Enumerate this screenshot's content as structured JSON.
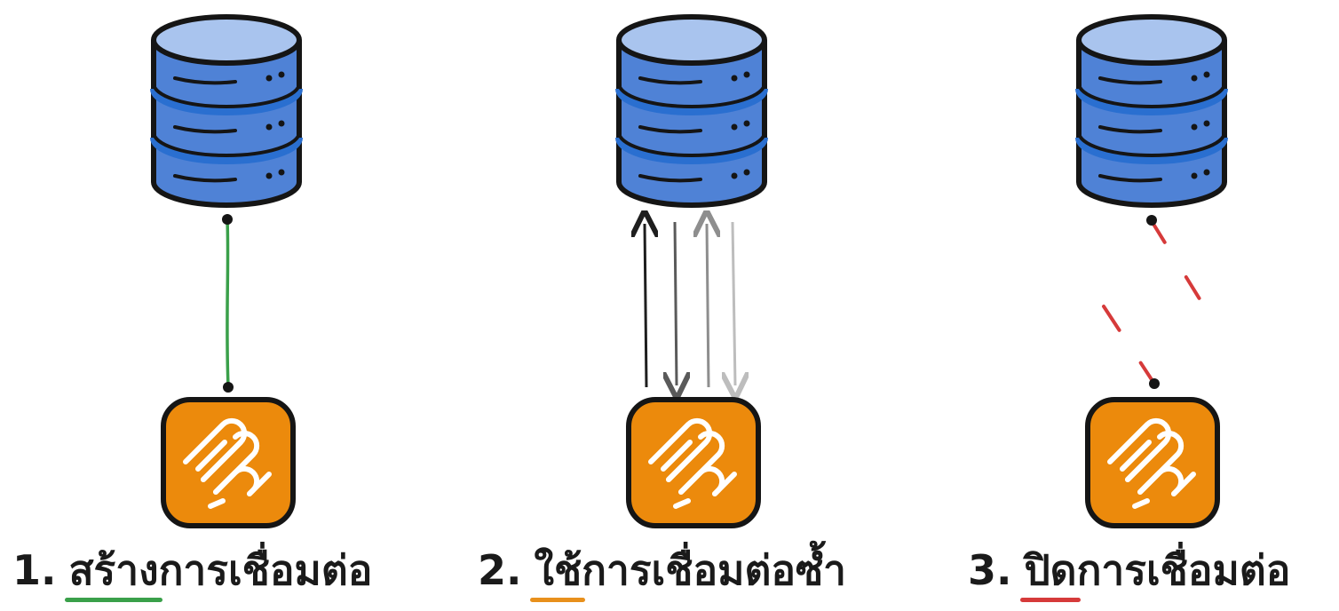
{
  "colors": {
    "db_top": "#a9c4ee",
    "db_body": "#4f82d6",
    "db_band": "#2a6fd0",
    "outline": "#151515",
    "tile": "#ec8a0c",
    "connect": "#3aa04a",
    "reuse": "#e8901c",
    "close": "#d63a3a"
  },
  "steps": [
    {
      "number": "1.",
      "keyword": "สร้าง",
      "rest": "การเชื่อมต่อ",
      "link": "solid-line"
    },
    {
      "number": "2.",
      "keyword": "ใช้",
      "rest": "การเชื่อมต่อซ้ำ",
      "link": "arrows"
    },
    {
      "number": "3.",
      "keyword": "ปิด",
      "rest": "การเชื่อมต่อ",
      "link": "dashed-line"
    }
  ]
}
